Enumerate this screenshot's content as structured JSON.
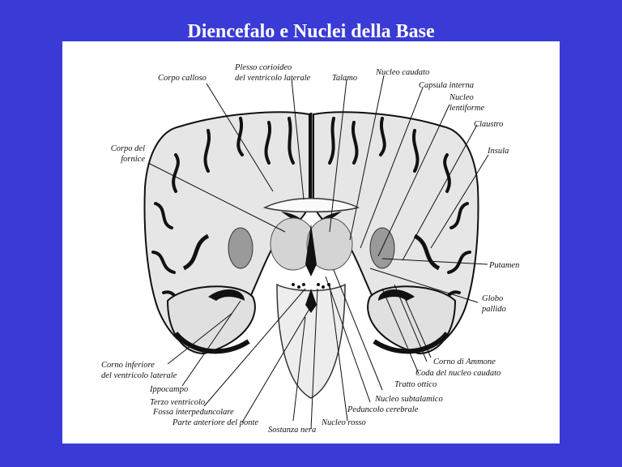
{
  "slide": {
    "title": "Diencefalo e Nuclei della Base"
  },
  "labels": {
    "corpo_calloso": "Corpo calloso",
    "plesso_1": "Plesso corioideo",
    "plesso_2": "del ventricolo laterale",
    "talamo": "Talamo",
    "nucleo_caudato": "Nucleo caudato",
    "capsula_interna": "Capsula interna",
    "nucleo_lent_1": "Nucleo",
    "nucleo_lent_2": "lentiforme",
    "claustro": "Claustro",
    "insula": "Insula",
    "corpo_fornice_1": "Corpo del",
    "corpo_fornice_2": "fornice",
    "putamen": "Putamen",
    "globo_1": "Globo",
    "globo_2": "pallido",
    "corno_inf_1": "Corno inferiore",
    "corno_inf_2": "del ventricolo laterale",
    "ippocampo": "Ippocampo",
    "terzo_ventricolo": "Terzo ventricolo",
    "fossa": "Fossa interpeduncolare",
    "parte_ponte": "Parte anteriore del ponte",
    "sostanza_nera": "Sostanza nera",
    "nucleo_rosso": "Nucleo rosso",
    "peduncolo": "Peduncolo cerebrale",
    "nucleo_subtalamico": "Nucleo subtalamico",
    "tratto_ottico": "Tratto ottico",
    "coda_caudato": "Coda del nucleo caudato",
    "corno_ammone": "Corno di Ammone"
  }
}
